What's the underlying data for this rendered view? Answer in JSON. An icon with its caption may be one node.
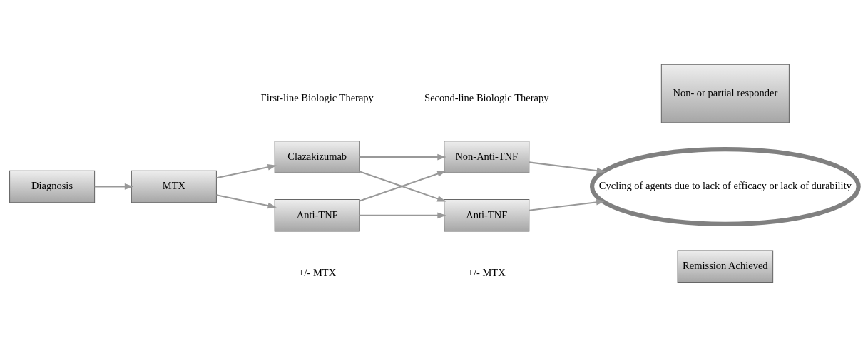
{
  "diagram": {
    "nodes": [
      {
        "text": [
          "Diagnosis"
        ]
      },
      {
        "text": [
          "MTX"
        ]
      },
      {
        "text": [
          "Clazakizumab"
        ]
      },
      {
        "text": [
          "Anti-TNF"
        ]
      },
      {
        "text": [
          "Non-Anti-TNF"
        ]
      },
      {
        "text": [
          "Anti-TNF"
        ]
      },
      {
        "text": [
          "Cycling of agents due to lack of efficacy or lack of durability"
        ]
      },
      {
        "text": [
          "Non- or partial responder"
        ]
      },
      {
        "text": [
          "Remission Achieved"
        ]
      }
    ],
    "edges": [
      {
        "from": 0,
        "to": 1,
        "arrow": "to"
      },
      {
        "from": 1,
        "to": 2,
        "arrow": "to"
      },
      {
        "from": 1,
        "to": 3,
        "arrow": "to"
      },
      {
        "from": 2,
        "to": 4,
        "arrow": "to"
      },
      {
        "from": 2,
        "to": 5,
        "arrow": "to"
      },
      {
        "from": 3,
        "to": 4,
        "arrow": "to"
      },
      {
        "from": 3,
        "to": 5,
        "arrow": "to"
      },
      {
        "from": 4,
        "to": 6,
        "arrow": "to"
      },
      {
        "from": 5,
        "to": 6,
        "arrow": "to"
      }
    ],
    "labels": [
      "First-line Biologic Therapy",
      "Second-line Biologic Therapy",
      "+/- MTX",
      "+/- MTX"
    ]
  }
}
